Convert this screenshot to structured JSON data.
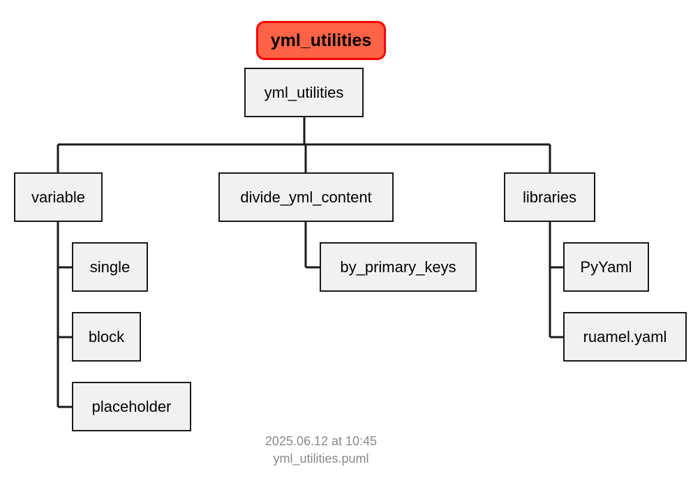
{
  "title": "yml_utilities",
  "root": {
    "label": "yml_utilities"
  },
  "branches": [
    {
      "label": "variable",
      "children": [
        "single",
        "block",
        "placeholder"
      ]
    },
    {
      "label": "divide_yml_content",
      "children": [
        "by_primary_keys"
      ]
    },
    {
      "label": "libraries",
      "children": [
        "PyYaml",
        "ruamel.yaml"
      ]
    }
  ],
  "footer": {
    "timestamp": "2025.06.12 at 10:45",
    "filename": "yml_utilities.puml"
  },
  "colors": {
    "title_fill": "#ff6347",
    "title_border": "#ff0000",
    "node_fill": "#f1f1f1",
    "line": "#1a1a1a",
    "footer_text": "#8a8a8a"
  }
}
